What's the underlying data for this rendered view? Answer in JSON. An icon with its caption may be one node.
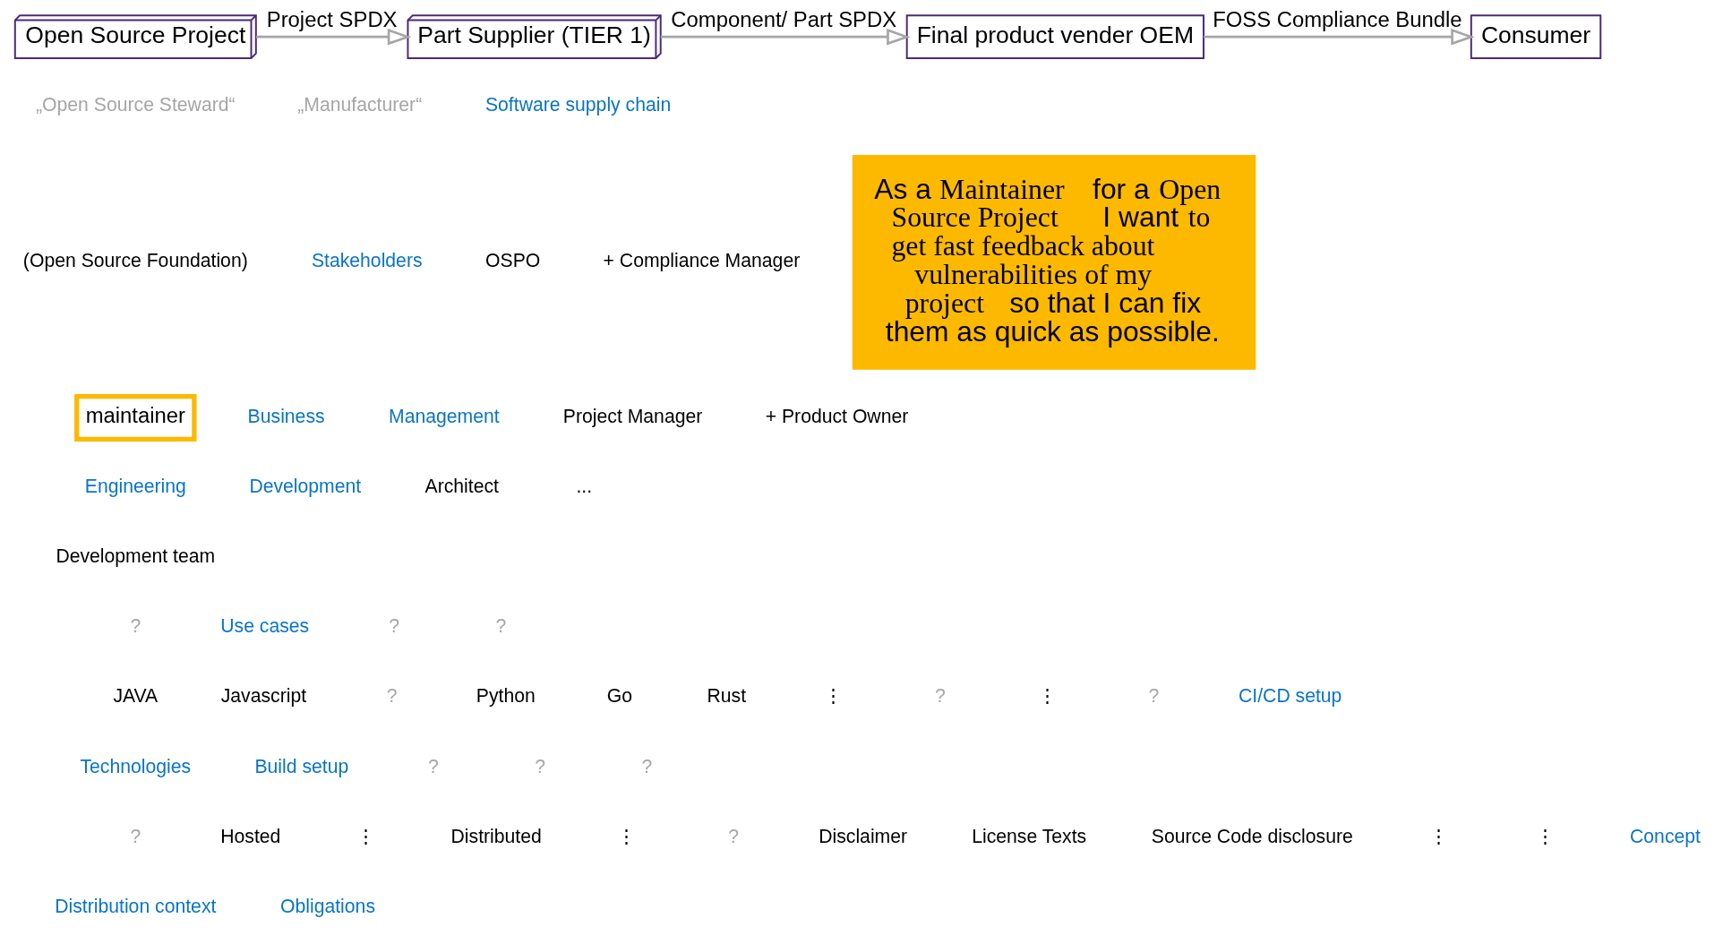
{
  "diagram": {
    "nodes": [
      {
        "text": [
          "Open Source Project"
        ]
      },
      {
        "text": [
          "Part Supplier (TIER 1)"
        ]
      },
      {
        "text": [
          "Final product vender OEM"
        ]
      },
      {
        "text": [
          "Consumer"
        ]
      },
      {
        "text": [
          "maintainer"
        ]
      },
      {
        "text": [
          "As a **Maintainer** for a **Open Source Project** I want **to get fast feedback about vulnerabilities of my project** so that I can fix them as quick as possible."
        ]
      }
    ],
    "edges": [
      {
        "from": 0,
        "to": 1,
        "arrow": "to",
        "label": "Project SPDX"
      },
      {
        "from": 1,
        "to": 2,
        "arrow": "to",
        "label": "Component/ Part SPDX"
      },
      {
        "from": 2,
        "to": 3,
        "arrow": "to",
        "label": "FOSS Compliance Bundle"
      }
    ],
    "labels": [
      "„Open Source Steward“",
      "„Manufacturer“",
      "Software supply chain",
      "(Open Source Foundation)",
      "Stakeholders",
      "OSPO",
      "Business",
      "Management",
      "+ Compliance Manager",
      "Project Manager",
      "Architect",
      "+ Product Owner",
      "Engineering",
      "Development",
      "Development team",
      "...",
      "?",
      "Use cases",
      "?",
      "?",
      "JAVA",
      "Javascript",
      "?",
      "Python",
      "Go",
      "Rust",
      "⋮",
      "?",
      "⋮",
      "?",
      "CI/CD setup",
      "Technologies",
      "Build setup",
      "?",
      "?",
      "?",
      "?",
      "Hosted",
      "⋮",
      "Distributed",
      "⋮",
      "?",
      "Disclaimer",
      "License Texts",
      "Source Code disclosure",
      "⋮",
      "⋮",
      "Concept",
      "Distribution context",
      "Obligations"
    ]
  }
}
